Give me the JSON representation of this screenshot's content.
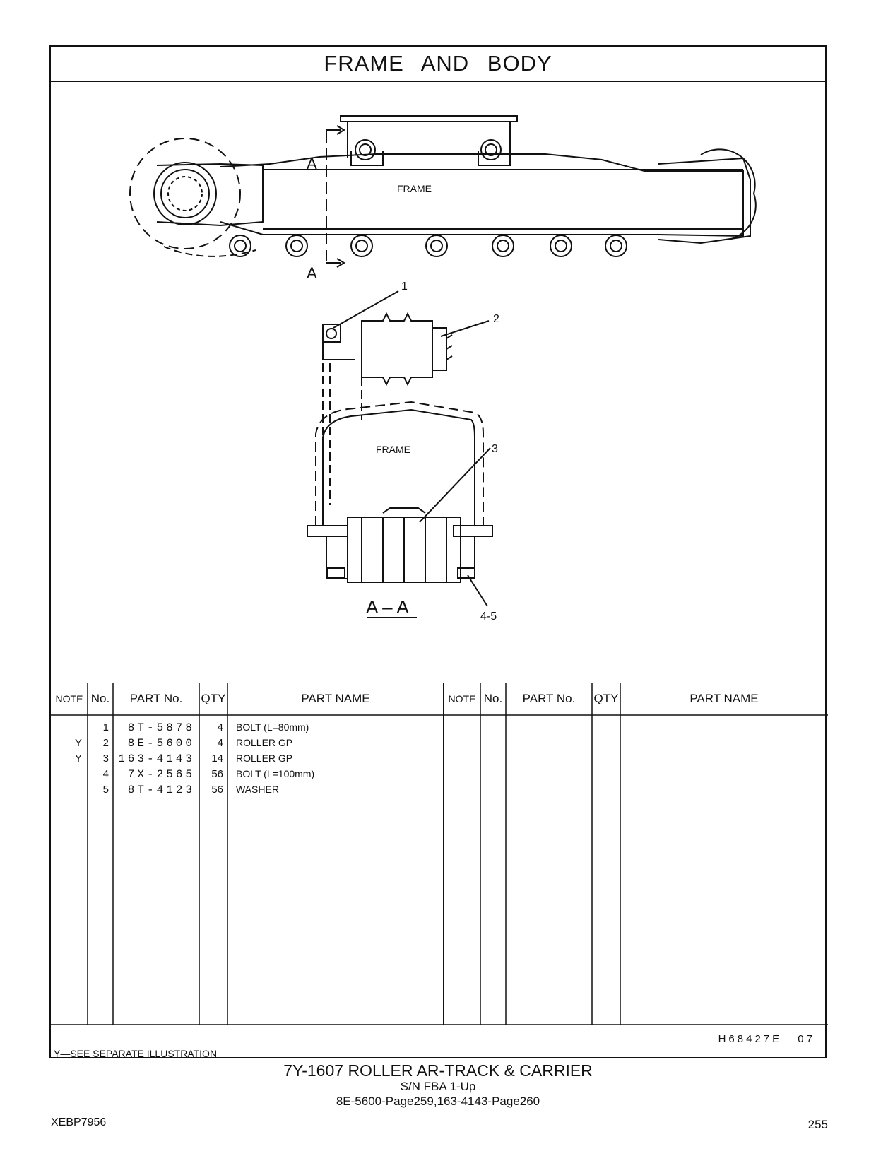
{
  "header": {
    "title": "FRAME AND BODY"
  },
  "drawing": {
    "section_marker": "A",
    "frame_label_top": "FRAME",
    "frame_label_section": "FRAME",
    "section_title": "A – A",
    "callouts": [
      "1",
      "2",
      "3",
      "4-5"
    ]
  },
  "table": {
    "columns": {
      "note": "NOTE",
      "no": "No.",
      "part_no": "PART No.",
      "qty": "QTY",
      "part_name": "PART NAME"
    },
    "rows": [
      {
        "note": "",
        "no": "1",
        "part_no": "8T-5878",
        "qty": "4",
        "name": "BOLT (L=80mm)"
      },
      {
        "note": "Y",
        "no": "2",
        "part_no": "8E-5600",
        "qty": "4",
        "name": "ROLLER GP"
      },
      {
        "note": "Y",
        "no": "3",
        "part_no": "163-4143",
        "qty": "14",
        "name": "ROLLER GP"
      },
      {
        "note": "",
        "no": "4",
        "part_no": "7X-2565",
        "qty": "56",
        "name": "BOLT (L=100mm)"
      },
      {
        "note": "",
        "no": "5",
        "part_no": "8T-4123",
        "qty": "56",
        "name": "WASHER"
      }
    ],
    "footnote": "Y—SEE SEPARATE ILLUSTRATION",
    "drawing_code": "H68427E 07"
  },
  "caption": {
    "line1": "7Y-1607 ROLLER AR-TRACK & CARRIER",
    "line2": "S/N FBA 1-Up",
    "line3": "8E-5600-Page259,163-4143-Page260"
  },
  "footer": {
    "doc_id": "XEBP7956",
    "page": "255"
  }
}
